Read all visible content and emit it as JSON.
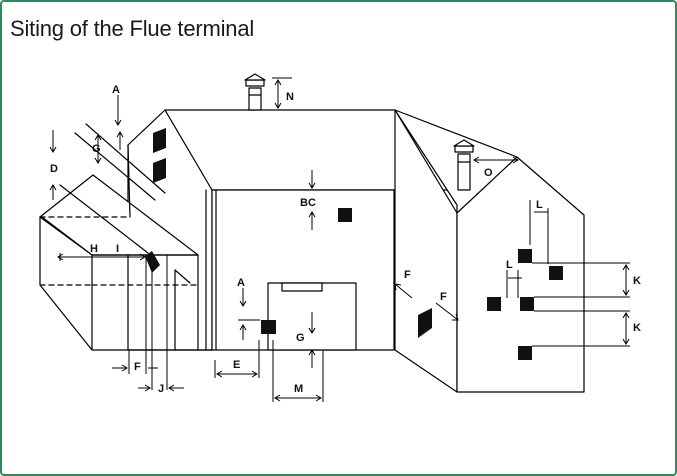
{
  "title": "Siting of the Flue terminal",
  "frame_color": "#2e8b57",
  "labels": {
    "A": "A",
    "N": "N",
    "G": "G",
    "D": "D",
    "BC": "BC",
    "O": "O",
    "L": "L",
    "H": "H",
    "I": "I",
    "F": "F",
    "K": "K",
    "E": "E",
    "M": "M",
    "J": "J"
  }
}
